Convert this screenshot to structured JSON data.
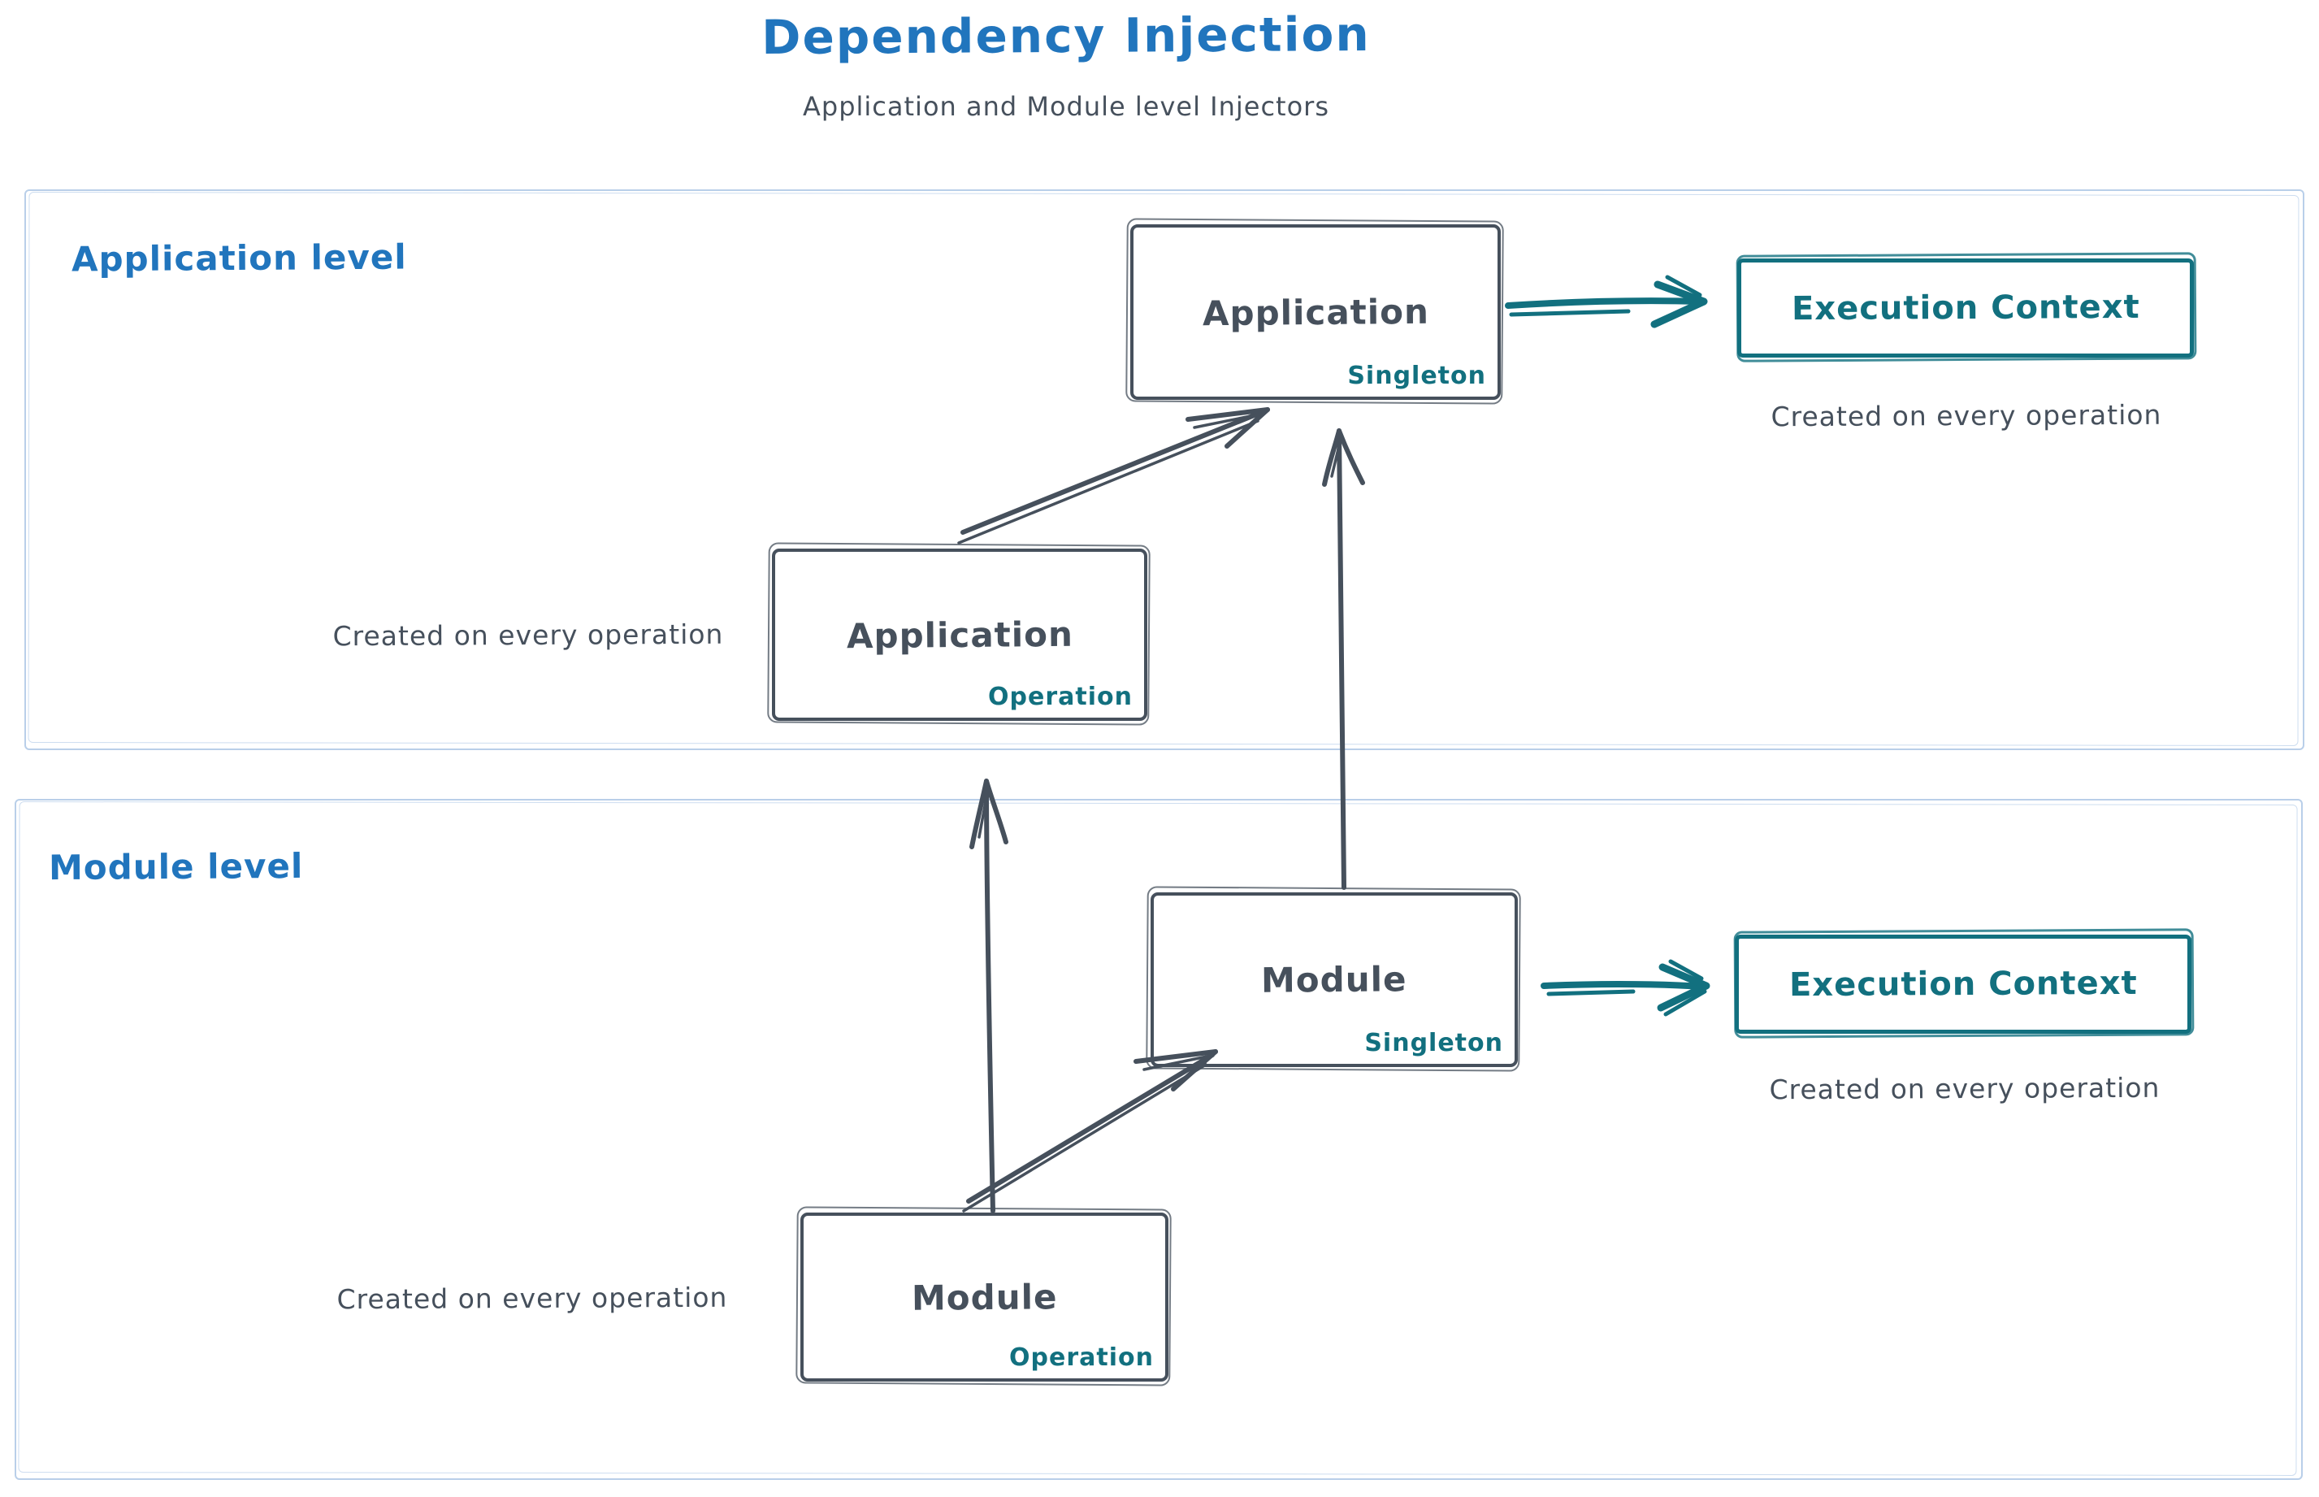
{
  "title": "Dependency Injection",
  "subtitle": "Application and Module level Injectors",
  "colors": {
    "accent_blue": "#2175bd",
    "ink": "#46505c",
    "teal": "#12707f",
    "frame_blue": "#b9cfe9"
  },
  "sections": {
    "application": {
      "label": "Application level",
      "singleton_box": {
        "title": "Application",
        "tag": "Singleton"
      },
      "operation_box": {
        "title": "Application",
        "tag": "Operation"
      },
      "execution_box": {
        "title": "Execution Context"
      },
      "execution_caption": "Created on every operation",
      "operation_caption": "Created on every operation"
    },
    "module": {
      "label": "Module level",
      "singleton_box": {
        "title": "Module",
        "tag": "Singleton"
      },
      "operation_box": {
        "title": "Module",
        "tag": "Operation"
      },
      "execution_box": {
        "title": "Execution Context"
      },
      "execution_caption": "Created on every operation",
      "operation_caption": "Created on every operation"
    }
  },
  "arrows": [
    {
      "from": "application-singleton",
      "to": "application-execution-context",
      "color": "#12707f"
    },
    {
      "from": "module-singleton",
      "to": "module-execution-context",
      "color": "#12707f"
    },
    {
      "from": "application-operation",
      "to": "application-singleton",
      "color": "#46505c"
    },
    {
      "from": "module-operation",
      "to": "module-singleton",
      "color": "#46505c"
    },
    {
      "from": "module-operation",
      "to": "application-operation",
      "color": "#46505c"
    },
    {
      "from": "module-singleton",
      "to": "application-singleton",
      "color": "#46505c"
    }
  ]
}
